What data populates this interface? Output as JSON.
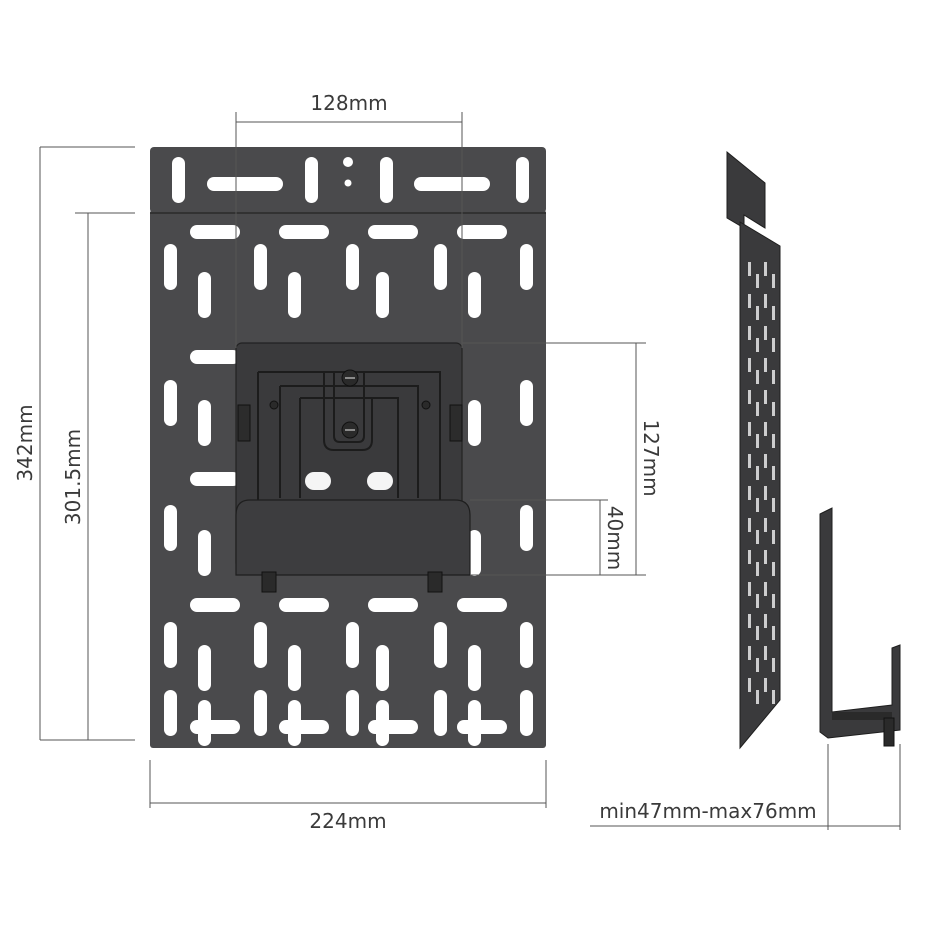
{
  "dimensions": {
    "top_width": "128mm",
    "overall_height": "342mm",
    "plate_height": "301.5mm",
    "bracket_height": "127mm",
    "shelf_depth": "40mm",
    "bottom_width": "224mm",
    "depth_range": "min47mm-max76mm"
  },
  "colors": {
    "plate": "#4a4a4c",
    "bracket": "#3a3a3c",
    "dimension_lines": "#555555"
  }
}
